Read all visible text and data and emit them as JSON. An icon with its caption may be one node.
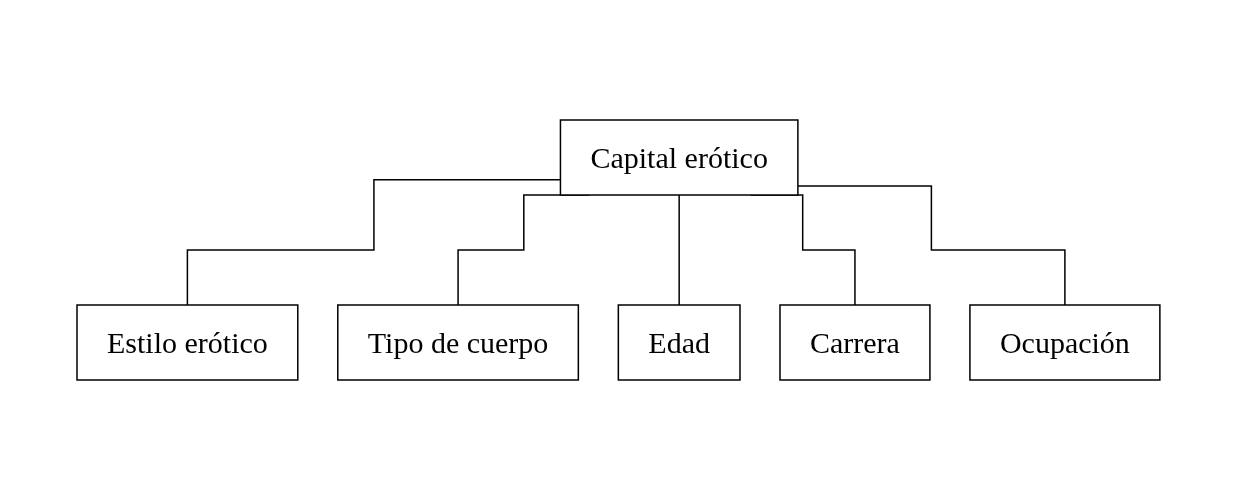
{
  "diagram": {
    "nodes": [
      {
        "text": [
          "Capital erótico"
        ]
      },
      {
        "text": [
          "Estilo erótico"
        ]
      },
      {
        "text": [
          "Tipo de cuerpo"
        ]
      },
      {
        "text": [
          "Carrera"
        ]
      },
      {
        "text": [
          "Ocupación"
        ]
      },
      {
        "text": [
          "Edad"
        ]
      }
    ],
    "edges": [
      {
        "from": 0,
        "to": 1,
        "arrow": "none"
      },
      {
        "from": 0,
        "to": 2,
        "arrow": "none"
      },
      {
        "from": 0,
        "to": 5,
        "arrow": "none"
      },
      {
        "from": 0,
        "to": 3,
        "arrow": "none"
      },
      {
        "from": 0,
        "to": 4,
        "arrow": "none"
      }
    ]
  }
}
